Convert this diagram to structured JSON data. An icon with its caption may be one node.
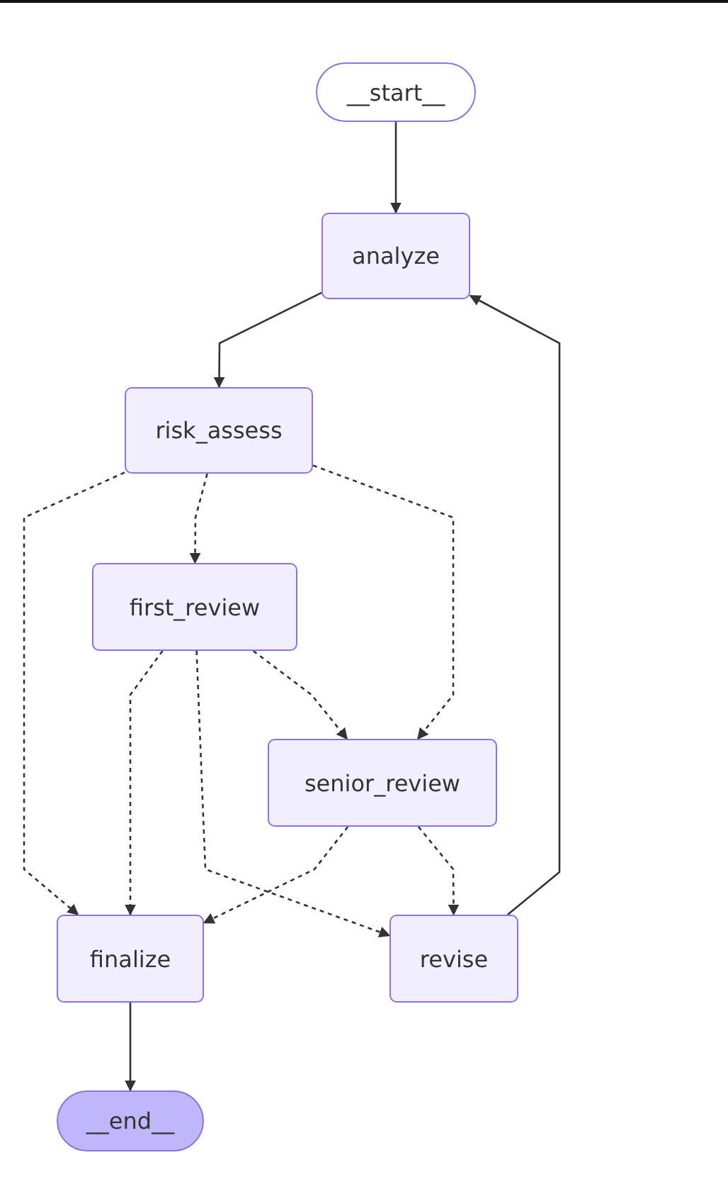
{
  "diagram": {
    "nodes": [
      {
        "text": [
          "__start__"
        ]
      },
      {
        "text": [
          "analyze"
        ]
      },
      {
        "text": [
          "risk_assess"
        ]
      },
      {
        "text": [
          "first_review"
        ]
      },
      {
        "text": [
          "senior_review"
        ]
      },
      {
        "text": [
          "finalize"
        ]
      },
      {
        "text": [
          "revise"
        ]
      },
      {
        "text": [
          "__end__"
        ]
      }
    ],
    "edges": [
      {
        "from": 0,
        "to": 1,
        "arrow": "to"
      },
      {
        "from": 1,
        "to": 2,
        "arrow": "to"
      },
      {
        "from": 2,
        "to": 3,
        "arrow": "to",
        "style": "dashed"
      },
      {
        "from": 2,
        "to": 4,
        "arrow": "to",
        "style": "dashed"
      },
      {
        "from": 2,
        "to": 5,
        "arrow": "to",
        "style": "dashed"
      },
      {
        "from": 3,
        "to": 4,
        "arrow": "to",
        "style": "dashed"
      },
      {
        "from": 3,
        "to": 5,
        "arrow": "to",
        "style": "dashed"
      },
      {
        "from": 3,
        "to": 6,
        "arrow": "to",
        "style": "dashed"
      },
      {
        "from": 4,
        "to": 5,
        "arrow": "to",
        "style": "dashed"
      },
      {
        "from": 4,
        "to": 6,
        "arrow": "to",
        "style": "dashed"
      },
      {
        "from": 6,
        "to": 1,
        "arrow": "to"
      },
      {
        "from": 5,
        "to": 7,
        "arrow": "to"
      }
    ]
  }
}
